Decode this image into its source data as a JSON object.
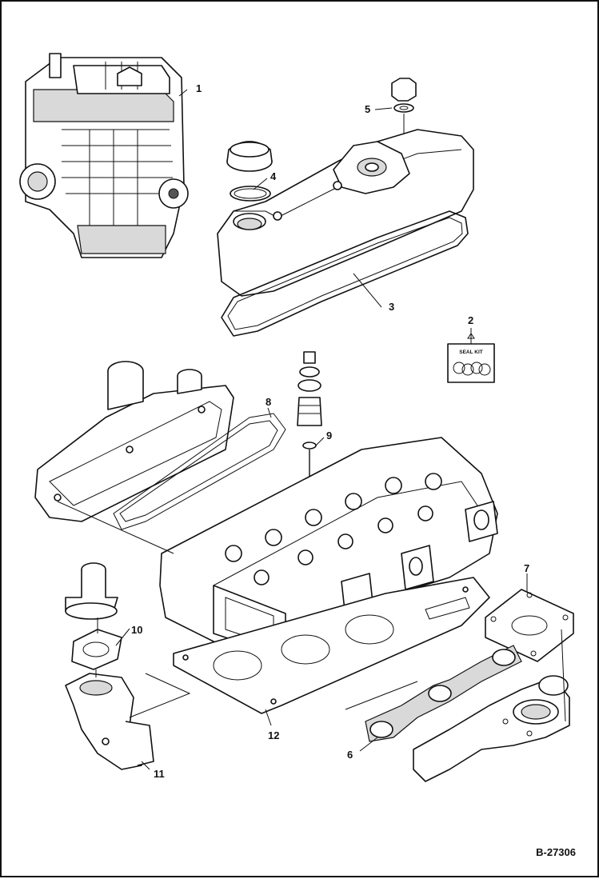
{
  "figure": {
    "part_number": "B-27306",
    "callouts": [
      {
        "id": "1",
        "label": "1"
      },
      {
        "id": "2",
        "label": "2"
      },
      {
        "id": "3",
        "label": "3"
      },
      {
        "id": "4",
        "label": "4"
      },
      {
        "id": "5",
        "label": "5"
      },
      {
        "id": "6",
        "label": "6"
      },
      {
        "id": "7",
        "label": "7"
      },
      {
        "id": "8",
        "label": "8"
      },
      {
        "id": "9",
        "label": "9"
      },
      {
        "id": "10",
        "label": "10"
      },
      {
        "id": "11",
        "label": "11"
      },
      {
        "id": "12",
        "label": "12"
      }
    ],
    "seal_kit_label": "SEAL KIT"
  }
}
